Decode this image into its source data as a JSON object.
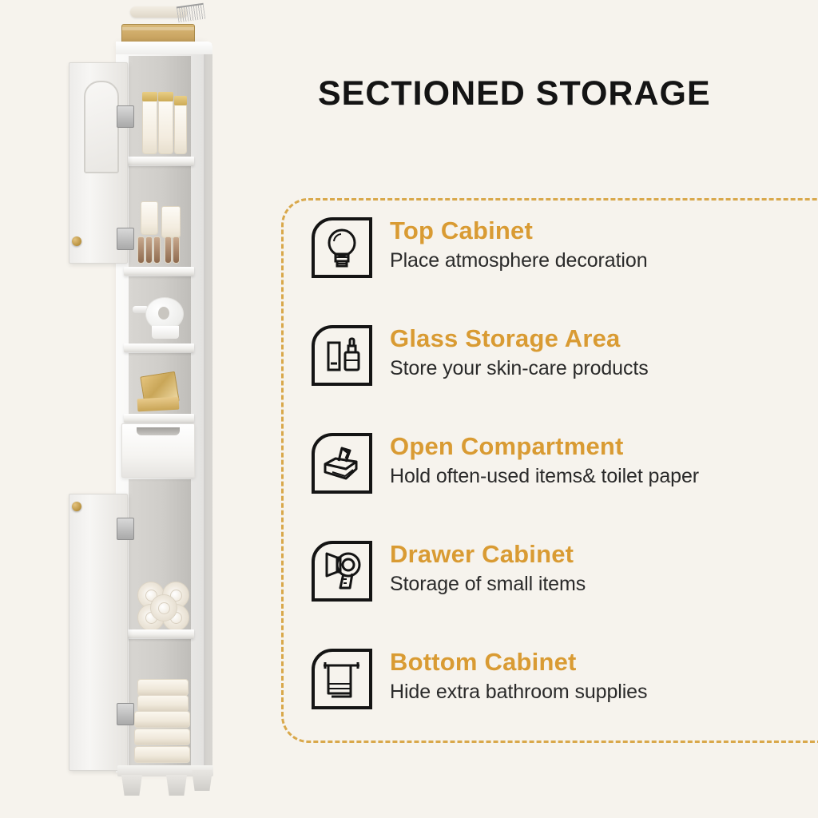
{
  "headline": "SECTIONED STORAGE",
  "colors": {
    "background": "#F6F3ED",
    "accent_orange": "#D99B33",
    "dashed_border": "#D9A84B",
    "title_black": "#141414",
    "body_text": "#2A2A2A"
  },
  "features": [
    {
      "icon": "lightbulb-icon",
      "title": "Top Cabinet",
      "desc": "Place atmosphere decoration"
    },
    {
      "icon": "skincare-bottles-icon",
      "title": "Glass Storage Area",
      "desc": "Store your skin-care products"
    },
    {
      "icon": "tissue-box-icon",
      "title": "Open Compartment",
      "desc": "Hold often-used items& toilet paper"
    },
    {
      "icon": "hair-dryer-icon",
      "title": "Drawer Cabinet",
      "desc": "Storage of small items"
    },
    {
      "icon": "towel-rail-icon",
      "title": "Bottom Cabinet",
      "desc": "Hide extra bathroom supplies"
    }
  ],
  "product_photo": {
    "description": "Tall narrow white bathroom storage cabinet with open doors",
    "sections": [
      "top cabinet with gold-capped bottles",
      "glass storage area with skin-care bottles",
      "open compartment with toilet paper roll",
      "open shelf with gold mirror tray",
      "drawer with recessed handle",
      "bottom cabinet with rolled towels",
      "bottom cabinet with folded towels"
    ],
    "top_items": [
      "folded towel",
      "comb",
      "wicker basket"
    ]
  }
}
